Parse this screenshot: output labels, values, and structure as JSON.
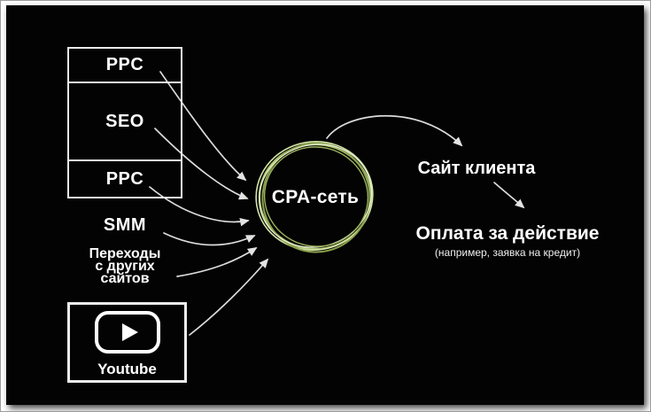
{
  "diagram": {
    "title_hub": "CPA-сеть",
    "colors": {
      "background": "#030303",
      "text": "#ffffff",
      "arrow": "#e0e0e0",
      "ring_green": "#b5cc76",
      "frame": "#ffffff"
    }
  },
  "sources": {
    "stack": [
      {
        "label": "PPC"
      },
      {
        "label": "SEO"
      },
      {
        "label": "PPC"
      }
    ],
    "smm": "SMM",
    "referrals": {
      "line1": "Переходы",
      "line2": "с других",
      "line3": "сайтов"
    },
    "youtube_label": "Youtube"
  },
  "outcomes": {
    "client_site": "Сайт клиента",
    "payment_title": "Оплата за действие",
    "payment_note": "(например, заявка на кредит)"
  }
}
